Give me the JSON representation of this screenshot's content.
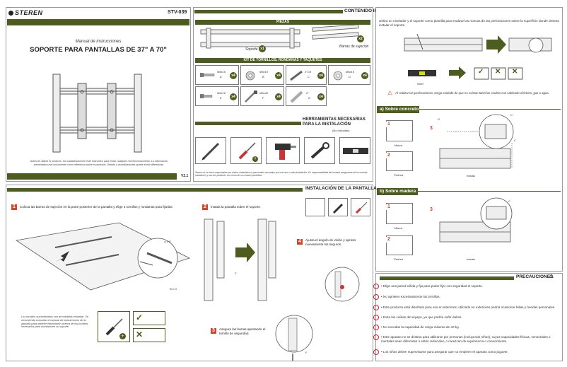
{
  "cover": {
    "brand": "STEREN",
    "model": "STV-039",
    "manual_label": "Manual de instrucciones",
    "title": "SOPORTE PARA PANTALLAS DE 37\" A 70\"",
    "note": "Antes de utilizar el producto, lea cuidadosamente este instructivo para evitar cualquier mal funcionamiento. La información presentada sirve únicamente como referencia sobre el producto. Debido a actualizaciones puede existir diferencias.",
    "version": "V2.1"
  },
  "contents": {
    "title": "CONTENIDO   INSTALACIÓN DEL SOPORTE",
    "piezas_label": "PIEZAS",
    "soporte_label": "Soporte",
    "soporte_qty": "x1",
    "barras_label": "Barras de sujeción",
    "barras_qty": "x2",
    "kit_label": "KIT DE TORNILLOS, RONDANAS Y TAQUETES",
    "kit": [
      {
        "spec": "M6x16",
        "code": "A",
        "qty": "x4"
      },
      {
        "spec": "M6x16",
        "code": "B",
        "qty": "x4"
      },
      {
        "spec": "2\"1/8",
        "code": "C",
        "qty": "x4"
      },
      {
        "spec": "M6x15",
        "code": "D",
        "qty": "x4"
      },
      {
        "spec": "M6x16",
        "code": "E",
        "qty": "x4"
      },
      {
        "spec": "M6x40",
        "code": "F",
        "qty": "x4"
      },
      {
        "spec": "2\"",
        "code": "G",
        "qty": "x4"
      }
    ],
    "tools_title": "HERRAMIENTAS NECESARIAS PARA LA INSTALACIÓN",
    "tools_note": "(No incluidas)",
    "disclaimer": "Steren no se hace responsable por daños materiales ni personales causados por mal uso o mala instalación. Es responsabilidad del usuario asegurarse de la correcta instalación y uso del producto, así como de su revisión periódica."
  },
  "screen_install": {
    "title": "INSTALACIÓN DE LA PANTALLA",
    "step1_num": "1",
    "step1": "Coloca las barras de sujeción en la parte posterior de la pantalla y elige 4 tornillos y rondanas para fijarlas.",
    "step2_num": "2",
    "step2": "Instala la pantalla sobre el soporte.",
    "step3_num": "3",
    "step3": "Asegura las barras apretando el tornillo de seguridad.",
    "step4_num": "4",
    "step4": "Ajusta el ángulo de visión y aprieta nuevamente los seguros.",
    "label_ae": "A o E",
    "label_bd": "B o D",
    "label_f": "F",
    "note": "Los tornillos suministrados son de medidas estándar. Se recomienda consultar el manual de instrucciones de la pantalla para obtener información acerca de los tornillos necesarios para montarla en su soporte."
  },
  "mount_install": {
    "intro": "Utiliza un nivelador y el soporte como plantilla para realizar las marcas de las perforaciones sobre la superficie donde deseas instalar el soporte.",
    "nivel_label": "Nivel",
    "warning": "Al realizar las perforaciones, tenga cuidado de que no existan tuberías ocultas con cableado eléctrico, gas o agua.",
    "concrete_title": "a) Sobre concreto",
    "wood_title": "b) Sobre madera",
    "marca": "Marca",
    "perfora": "Perfora",
    "instala": "Instala",
    "step1": "1",
    "step2": "2",
    "step3": "3",
    "label_g": "G",
    "label_c": "C"
  },
  "precautions": {
    "title": "PRECAUCIONES",
    "items": [
      "Elige una pared sólida y fija para poder fijar con seguridad el soporte.",
      "No aprietes excesivamente los tornillos.",
      "Este producto está diseñado para uso en interiores; utilizarlo en exteriores podría ocasionar fallas y heridas personales.",
      "Evita las caídas del equipo, ya que podría sufrir daños.",
      "No excedas la capacidad de carga máxima de 40 kg.",
      "Este aparato no se destina para utilizarse por personas (incluyendo niños), cuyas capacidades físicas, sensoriales o mentales sean diferentes o estén reducidas, o carezcan de experiencia o conocimiento.",
      "Los niños deben supervisarse para asegurar que no empleen el aparato como juguete."
    ]
  },
  "colors": {
    "accent": "#4d5d1f",
    "warn": "#d4452b"
  }
}
